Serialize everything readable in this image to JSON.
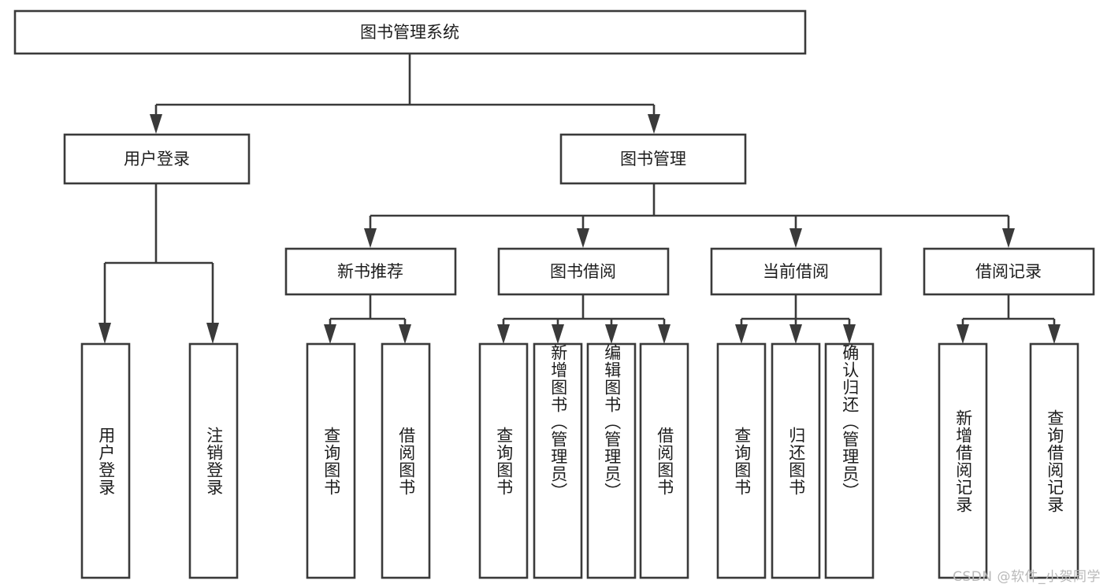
{
  "diagram": {
    "title": "图书管理系统",
    "type": "tree",
    "watermark": "CSDN @软件_小贺同学",
    "colors": {
      "box_stroke": "#3a3a3a",
      "box_fill": "#ffffff",
      "connector": "#3a3a3a",
      "text": "#1d1d1d",
      "background": "#ffffff",
      "watermark": "#b9b9b9"
    },
    "root": {
      "id": "root",
      "label": "图书管理系统",
      "orientation": "horizontal"
    },
    "level2": [
      {
        "id": "user-login",
        "label": "用户登录",
        "orientation": "horizontal"
      },
      {
        "id": "book-manage",
        "label": "图书管理",
        "orientation": "horizontal"
      }
    ],
    "level3": [
      {
        "id": "new-book-recommend",
        "label": "新书推荐",
        "orientation": "horizontal",
        "parent": "book-manage"
      },
      {
        "id": "book-borrow",
        "label": "图书借阅",
        "orientation": "horizontal",
        "parent": "book-manage"
      },
      {
        "id": "current-borrow",
        "label": "当前借阅",
        "orientation": "horizontal",
        "parent": "book-manage"
      },
      {
        "id": "borrow-record",
        "label": "借阅记录",
        "orientation": "horizontal",
        "parent": "book-manage"
      }
    ],
    "leaves": [
      {
        "id": "leaf-user-login",
        "label": "用户登录",
        "orientation": "vertical",
        "parent": "user-login"
      },
      {
        "id": "leaf-user-logout",
        "label": "注销登录",
        "orientation": "vertical",
        "parent": "user-login"
      },
      {
        "id": "leaf-query-book-1",
        "label": "查询图书",
        "orientation": "vertical",
        "parent": "new-book-recommend"
      },
      {
        "id": "leaf-borrow-book-1",
        "label": "借阅图书",
        "orientation": "vertical",
        "parent": "new-book-recommend"
      },
      {
        "id": "leaf-query-book-2",
        "label": "查询图书",
        "orientation": "vertical",
        "parent": "book-borrow"
      },
      {
        "id": "leaf-add-book",
        "label": "新增图书（管理员）",
        "orientation": "vertical",
        "parent": "book-borrow"
      },
      {
        "id": "leaf-edit-book",
        "label": "编辑图书（管理员）",
        "orientation": "vertical",
        "parent": "book-borrow"
      },
      {
        "id": "leaf-borrow-book-2",
        "label": "借阅图书",
        "orientation": "vertical",
        "parent": "book-borrow"
      },
      {
        "id": "leaf-query-book-3",
        "label": "查询图书",
        "orientation": "vertical",
        "parent": "current-borrow"
      },
      {
        "id": "leaf-return-book",
        "label": "归还图书",
        "orientation": "vertical",
        "parent": "current-borrow"
      },
      {
        "id": "leaf-confirm-return",
        "label": "确认归还（管理员）",
        "orientation": "vertical",
        "parent": "current-borrow"
      },
      {
        "id": "leaf-add-record",
        "label": "新增借阅记录",
        "orientation": "vertical",
        "parent": "borrow-record"
      },
      {
        "id": "leaf-query-record",
        "label": "查询借阅记录",
        "orientation": "vertical",
        "parent": "borrow-record"
      }
    ]
  }
}
